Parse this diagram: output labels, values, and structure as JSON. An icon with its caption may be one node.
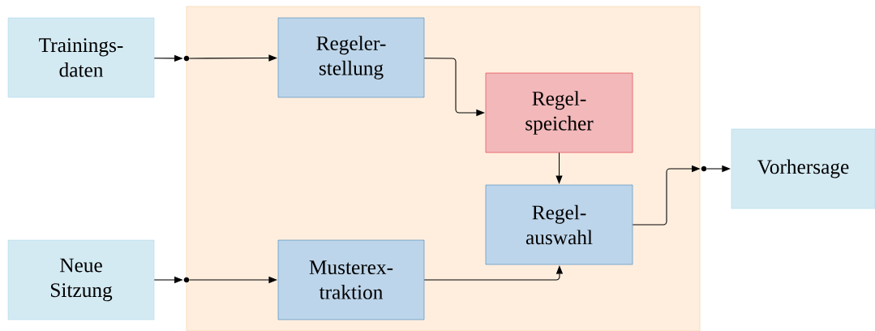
{
  "diagram": {
    "nodes": [
      {
        "text": [],
        "shape": "box"
      },
      {
        "text": [
          "Trainings- daten"
        ]
      },
      {
        "text": [],
        "shape": "circle"
      },
      {
        "text": [
          "Regeler- stellung"
        ],
        "in": 0
      },
      {
        "text": [
          "Regel- speicher"
        ],
        "in": 0
      },
      {
        "text": [
          "Neue Sitzung"
        ]
      },
      {
        "text": [],
        "shape": "circle"
      },
      {
        "text": [
          "Musterex- traktion"
        ],
        "in": 0
      },
      {
        "text": [
          "Regel- auswahl"
        ],
        "in": 0
      },
      {
        "text": [],
        "shape": "circle"
      },
      {
        "text": [
          "Vorhersage"
        ]
      }
    ],
    "edges": [
      {
        "from": 1,
        "to": 2,
        "arrow": "to"
      },
      {
        "from": 2,
        "to": 3,
        "arrow": "to"
      },
      {
        "from": 3,
        "to": 4,
        "arrow": "to"
      },
      {
        "from": 4,
        "to": 8,
        "arrow": "to"
      },
      {
        "from": 5,
        "to": 6,
        "arrow": "to"
      },
      {
        "from": 6,
        "to": 7,
        "arrow": "to"
      },
      {
        "from": 7,
        "to": 8,
        "arrow": "to"
      },
      {
        "from": 8,
        "to": 9,
        "arrow": "to"
      },
      {
        "from": 9,
        "to": 10,
        "arrow": "to"
      }
    ]
  }
}
